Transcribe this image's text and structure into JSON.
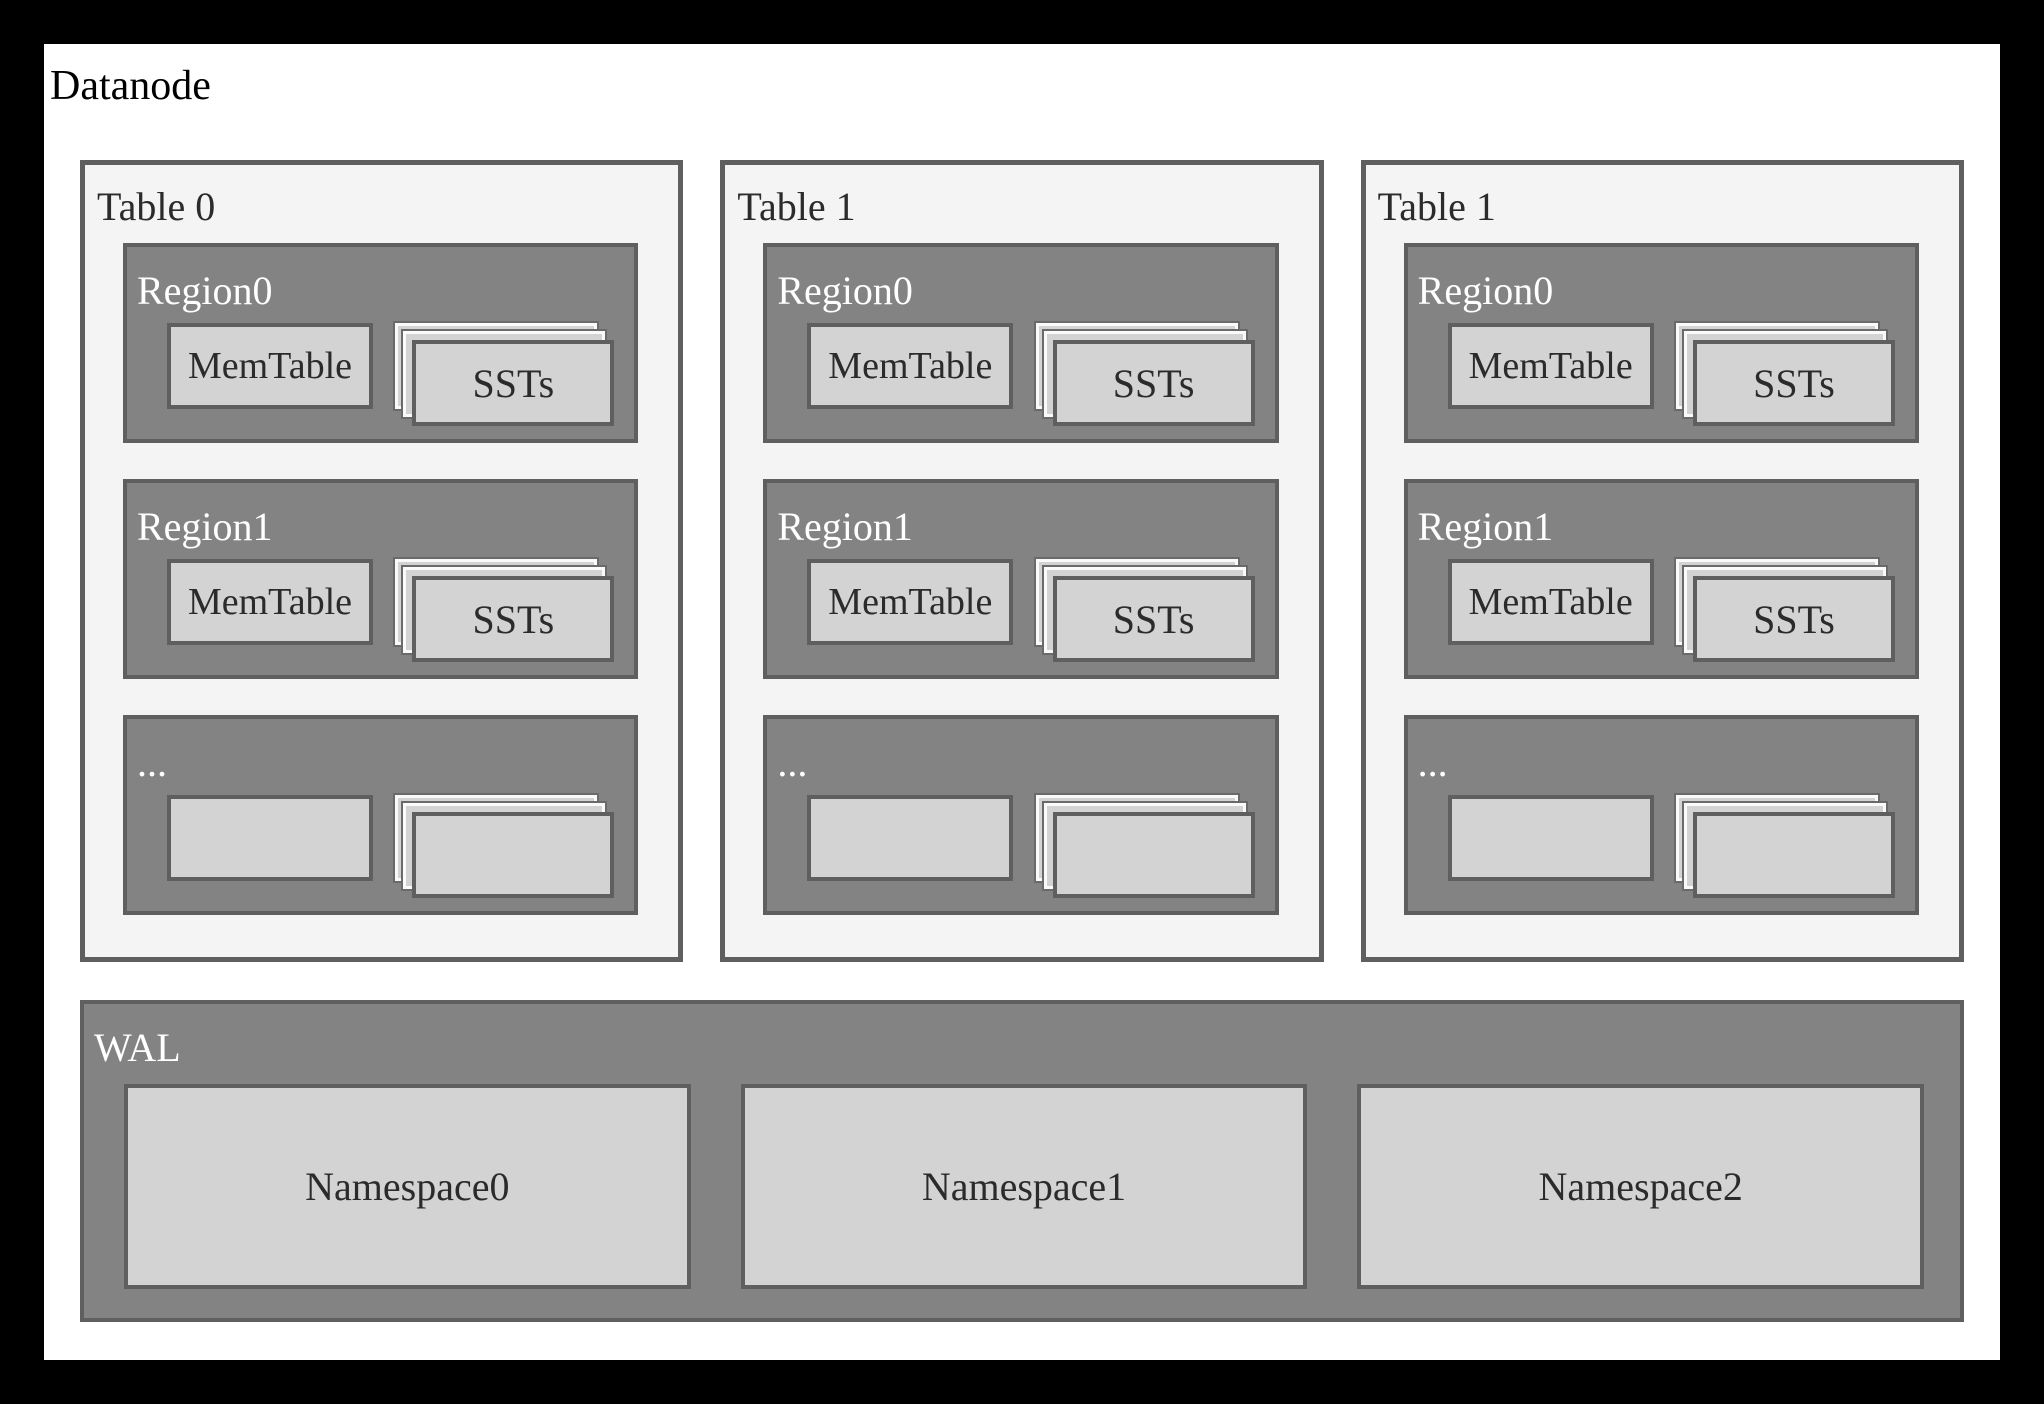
{
  "title": "Datanode",
  "colors": {
    "frame": "#000000",
    "panel": "#ffffff",
    "table_card_bg": "#f4f4f4",
    "region_bg": "#838383",
    "light_box_bg": "#d3d3d3",
    "border": "#5f5f5f",
    "dark_text": "#2b2b2b",
    "light_text": "#ffffff"
  },
  "tables": [
    {
      "label": "Table 0",
      "regions": [
        {
          "label": "Region0",
          "memtable": "MemTable",
          "ssts": "SSTs"
        },
        {
          "label": "Region1",
          "memtable": "MemTable",
          "ssts": "SSTs"
        },
        {
          "label": "...",
          "memtable": "",
          "ssts": ""
        }
      ]
    },
    {
      "label": "Table 1",
      "regions": [
        {
          "label": "Region0",
          "memtable": "MemTable",
          "ssts": "SSTs"
        },
        {
          "label": "Region1",
          "memtable": "MemTable",
          "ssts": "SSTs"
        },
        {
          "label": "...",
          "memtable": "",
          "ssts": ""
        }
      ]
    },
    {
      "label": "Table 1",
      "regions": [
        {
          "label": "Region0",
          "memtable": "MemTable",
          "ssts": "SSTs"
        },
        {
          "label": "Region1",
          "memtable": "MemTable",
          "ssts": "SSTs"
        },
        {
          "label": "...",
          "memtable": "",
          "ssts": ""
        }
      ]
    }
  ],
  "wal": {
    "label": "WAL",
    "namespaces": [
      {
        "label": "Namespace0"
      },
      {
        "label": "Namespace1"
      },
      {
        "label": "Namespace2"
      }
    ]
  }
}
